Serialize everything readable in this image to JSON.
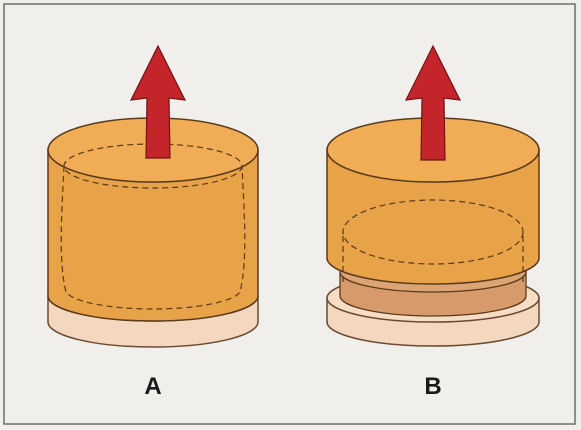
{
  "figure": {
    "colors": {
      "background": "#f1efec",
      "frame": "#6d6d6d",
      "cylinder_side": "#e8a248",
      "cylinder_top": "#f0ad55",
      "cylinder_outline": "#5a3a1c",
      "base_disc": "#f4d7bf",
      "base_disc_outline": "#6b4a32",
      "inner_disc": "#d79a6a",
      "arrow": "#c4252b",
      "arrow_outline": "#6f1417"
    },
    "panels": [
      {
        "label": "A",
        "arrow_icon": "upward-arrow"
      },
      {
        "label": "B",
        "arrow_icon": "upward-arrow"
      }
    ]
  }
}
